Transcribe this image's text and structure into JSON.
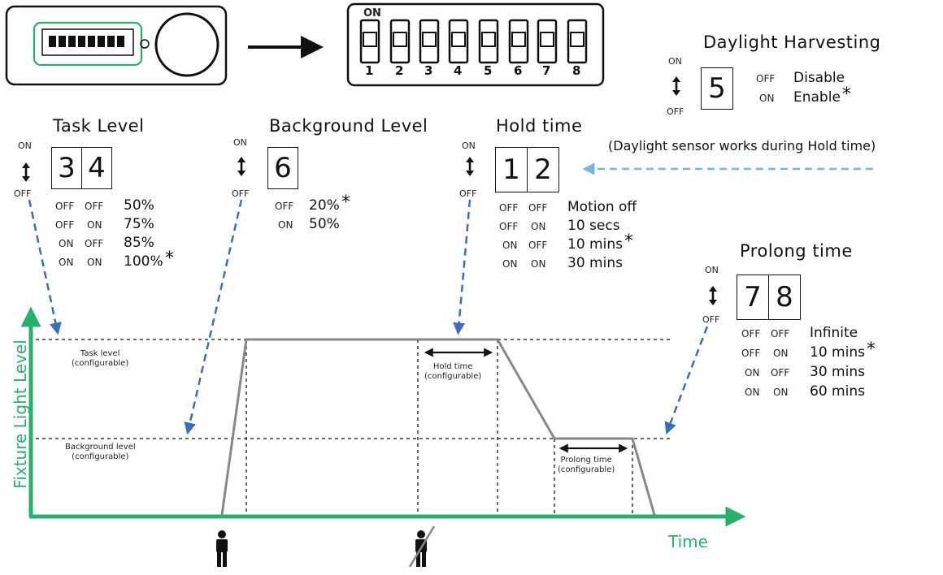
{
  "dip_switch": {
    "on_label": "ON",
    "numbers": [
      "1",
      "2",
      "3",
      "4",
      "5",
      "6",
      "7",
      "8"
    ]
  },
  "task_level": {
    "title": "Task Level",
    "digits": [
      "3",
      "4"
    ],
    "on": "ON",
    "off": "OFF",
    "options": [
      {
        "a": "OFF",
        "b": "OFF",
        "value": "50%",
        "star": ""
      },
      {
        "a": "OFF",
        "b": "ON",
        "value": "75%",
        "star": ""
      },
      {
        "a": "ON",
        "b": "OFF",
        "value": "85%",
        "star": ""
      },
      {
        "a": "ON",
        "b": "ON",
        "value": "100%",
        "star": "*"
      }
    ]
  },
  "background_level": {
    "title": "Background Level",
    "digits": [
      "6"
    ],
    "on": "ON",
    "off": "OFF",
    "options": [
      {
        "a": "OFF",
        "value": "20%",
        "star": "*"
      },
      {
        "a": "ON",
        "value": "50%",
        "star": ""
      }
    ]
  },
  "hold_time": {
    "title": "Hold time",
    "digits": [
      "1",
      "2"
    ],
    "on": "ON",
    "off": "OFF",
    "options": [
      {
        "a": "OFF",
        "b": "OFF",
        "value": "Motion off",
        "star": ""
      },
      {
        "a": "OFF",
        "b": "ON",
        "value": "10 secs",
        "star": ""
      },
      {
        "a": "ON",
        "b": "OFF",
        "value": "10 mins",
        "star": "*"
      },
      {
        "a": "ON",
        "b": "ON",
        "value": "30 mins",
        "star": ""
      }
    ]
  },
  "daylight": {
    "title": "Daylight Harvesting",
    "digits": [
      "5"
    ],
    "on": "ON",
    "off": "OFF",
    "options": [
      {
        "a": "OFF",
        "value": "Disable",
        "star": ""
      },
      {
        "a": "ON",
        "value": "Enable",
        "star": "*"
      }
    ],
    "note": "(Daylight sensor works during Hold time)"
  },
  "prolong_time": {
    "title": "Prolong time",
    "digits": [
      "7",
      "8"
    ],
    "on": "ON",
    "off": "OFF",
    "options": [
      {
        "a": "OFF",
        "b": "OFF",
        "value": "Infinite",
        "star": ""
      },
      {
        "a": "OFF",
        "b": "ON",
        "value": "10 mins",
        "star": "*"
      },
      {
        "a": "ON",
        "b": "OFF",
        "value": "30 mins",
        "star": ""
      },
      {
        "a": "ON",
        "b": "ON",
        "value": "60 mins",
        "star": ""
      }
    ]
  },
  "graph": {
    "y_label": "Fixture Light Level",
    "x_label": "Time",
    "task_level_label": [
      "Task level",
      "(configurable)"
    ],
    "background_level_label": [
      "Background level",
      "(configurable)"
    ],
    "hold_time_label": [
      "Hold time",
      "(configurable)"
    ],
    "prolong_time_label": [
      "Prolong time",
      "(configurable)"
    ]
  },
  "colors": {
    "axis": "#27b06b",
    "arrow_blue": "#3a6fb5",
    "arrow_light": "#74b6e6",
    "pcb": "#27b06b"
  },
  "icons": [
    "arrow-right-icon",
    "person-present-icon",
    "person-absent-icon"
  ]
}
